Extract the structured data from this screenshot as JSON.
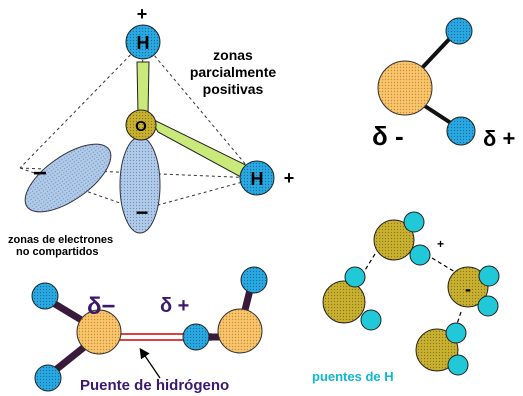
{
  "tetra": {
    "atom_h": "H",
    "atom_o": "O",
    "plus_top": "+",
    "plus_right": "+",
    "minus_left": "−",
    "minus_bottom": "−",
    "zona_positiva": [
      "zonas",
      "parcialmente",
      "positivas"
    ],
    "zona_electrones": [
      "zonas de electrones",
      "no compartidos"
    ]
  },
  "dipolo": {
    "delta_minus": "δ -",
    "delta_plus": "δ +"
  },
  "puente": {
    "delta_minus": "δ−",
    "delta_plus": "δ +",
    "caption": "Puente de hidrógeno"
  },
  "red": {
    "plus": "+",
    "minus": "-",
    "caption": "puentes de H"
  },
  "colors": {
    "hydrogen": "#1e9ed6",
    "oxygen_dotted": "#f5c26b",
    "oxygen_olive": "#b8a01e",
    "lobe": "#a9c6e8",
    "bond_green": "#b8e06a",
    "bond_dark": "#3a1a3a",
    "cyan_atom": "#20c8d8",
    "caption_purple": "#3a1870",
    "caption_cyan": "#10b8d0"
  }
}
